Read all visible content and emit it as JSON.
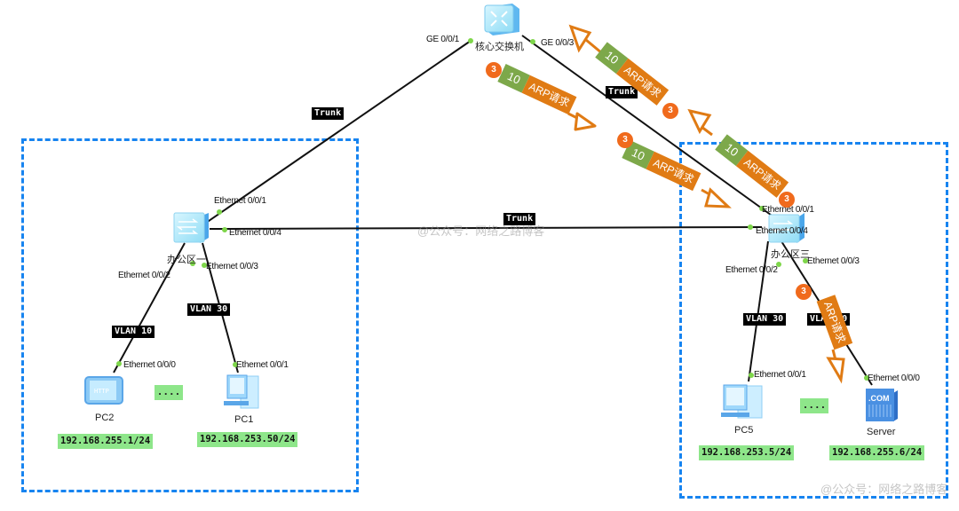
{
  "devices": {
    "core_switch": {
      "name": "核心交换机",
      "port_left": "GE 0/0/1",
      "port_right": "GE 0/0/3"
    },
    "office1_switch": {
      "name": "办公区一",
      "ports": [
        "Ethernet 0/0/1",
        "Ethernet 0/0/4",
        "Ethernet 0/0/2",
        "Ethernet 0/0/3"
      ]
    },
    "office3_switch": {
      "name": "办公区三",
      "ports": [
        "Ethernet 0/0/1",
        "Ethernet 0/0/4",
        "Ethernet 0/0/2",
        "Ethernet 0/0/3"
      ]
    },
    "pc2": {
      "name": "PC2",
      "port": "Ethernet 0/0/0",
      "ip": "192.168.255.1/24",
      "icon_text": "HTTP"
    },
    "pc1": {
      "name": "PC1",
      "port": "Ethernet 0/0/1",
      "ip": "192.168.253.50/24"
    },
    "pc5": {
      "name": "PC5",
      "port": "Ethernet 0/0/1",
      "ip": "192.168.253.5/24"
    },
    "server": {
      "name": "Server",
      "port": "Ethernet 0/0/0",
      "ip": "192.168.255.6/24",
      "icon_text": ".COM"
    }
  },
  "links": {
    "trunk_core_office1": "Trunk",
    "trunk_core_office3": "Trunk",
    "trunk_office1_office3": "Trunk",
    "vlan_pc2": "VLAN 10",
    "vlan_pc1": "VLAN 30",
    "vlan_pc5": "VLAN 30",
    "vlan_server": "VLAN 10"
  },
  "ellipsis": "....",
  "packets": [
    {
      "step": "3",
      "vlan": "10",
      "label": "ARP请求"
    },
    {
      "step": "3",
      "vlan": "10",
      "label": "ARP请求"
    },
    {
      "step": "3",
      "vlan": "10",
      "label": "ARP请求"
    },
    {
      "step": "3",
      "vlan": "10",
      "label": "ARP请求"
    },
    {
      "step": "3",
      "label": "ARP请求"
    }
  ],
  "watermarks": [
    "@公众号：网络之路博客",
    "@公众号：网络之路博客"
  ],
  "colors": {
    "zone_border": "#1784f0",
    "vlan_tag": "#7da84a",
    "arp_tag": "#e07b14",
    "step_badge": "#f06a1c",
    "ip_bg": "#8ee68a",
    "port_dot": "#7ed64a"
  }
}
